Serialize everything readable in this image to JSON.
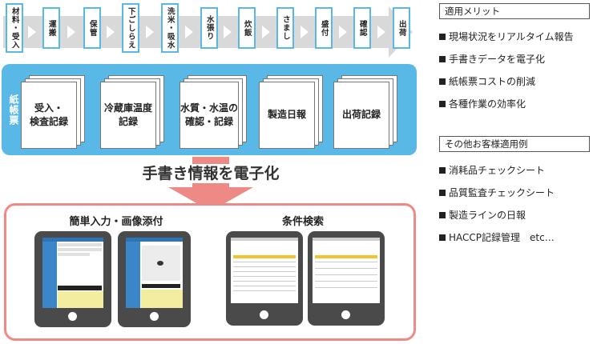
{
  "process_flow": {
    "steps": [
      "材料・受入",
      "運搬",
      "保管",
      "下ごしらえ",
      "洗米・吸水",
      "水張り",
      "炊飯",
      "さまし",
      "盛付",
      "確認",
      "出荷"
    ]
  },
  "paper_records": {
    "label": "紙帳票",
    "forms": [
      "受入・\n検査記録",
      "冷蔵庫温度\n記録",
      "水質・水温の\n確認・記録",
      "製造日報",
      "出荷記録"
    ]
  },
  "conversion_label": "手書き情報を電子化",
  "digital": {
    "input_title": "簡単入力・画像添付",
    "search_title": "条件検索"
  },
  "benefits": {
    "heading": "適用メリット",
    "items": [
      "現場状況をリアルタイム報告",
      "手書きデータを電子化",
      "紙帳票コストの削減",
      "各種作業の効率化"
    ]
  },
  "other_cases": {
    "heading": "その他お客様適用例",
    "items": [
      "消耗品チェックシート",
      "品質監査チェックシート",
      "製造ラインの日報",
      "HACCP記録管理　etc…"
    ]
  },
  "colors": {
    "accent_blue": "#5ab8e6",
    "accent_pink": "#ed8a86",
    "flow_gray": "#d9d9d9",
    "tablet_frame": "#4a4a4a"
  }
}
